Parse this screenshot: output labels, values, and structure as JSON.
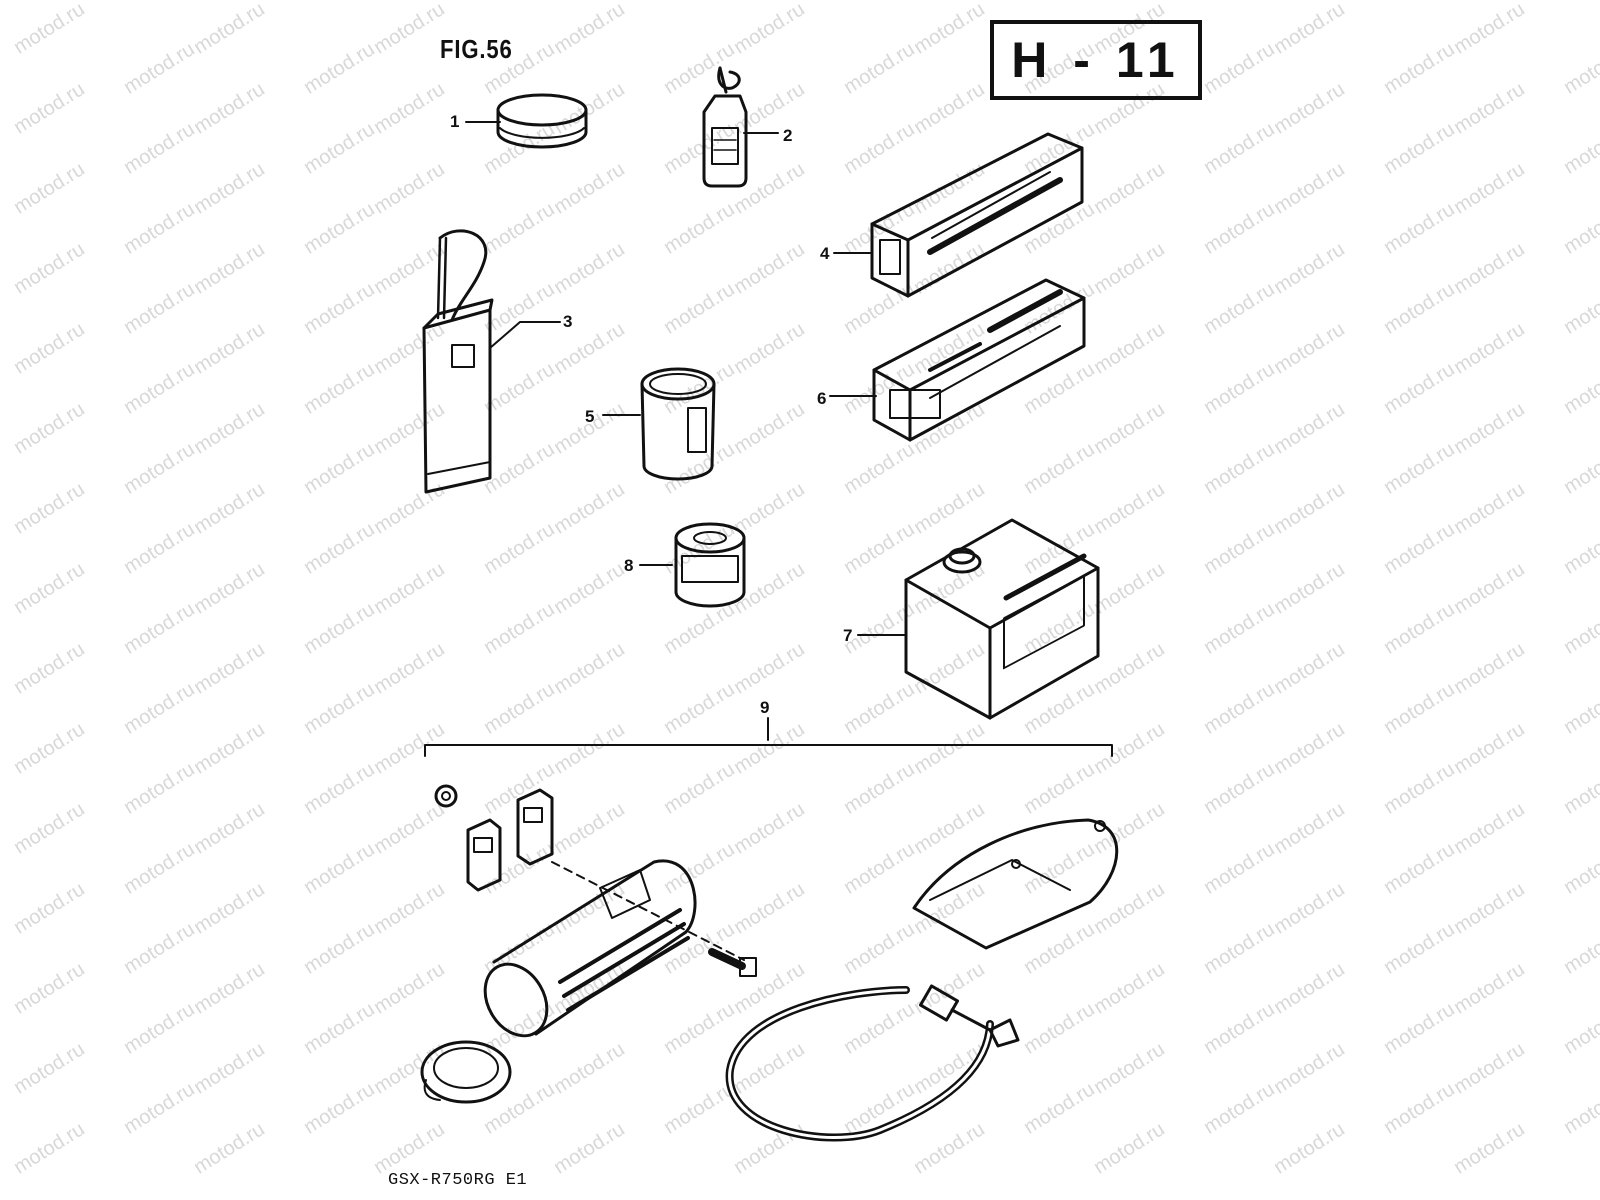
{
  "figure": {
    "label": "FIG.56",
    "page_code": "H - 11",
    "model_code": "GSX-R750RG E1"
  },
  "callouts": [
    {
      "number": "1",
      "part": "grease-container"
    },
    {
      "number": "2",
      "part": "oil-bottle"
    },
    {
      "number": "3",
      "part": "touch-up-paint-tube"
    },
    {
      "number": "4",
      "part": "bond-box"
    },
    {
      "number": "5",
      "part": "paint-can"
    },
    {
      "number": "6",
      "part": "spray-paint-box"
    },
    {
      "number": "7",
      "part": "oil-tin"
    },
    {
      "number": "8",
      "part": "small-can"
    },
    {
      "number": "9",
      "part": "tool-kit-set"
    }
  ],
  "watermark": {
    "text": "motod.ru"
  },
  "colors": {
    "ink": "#111111",
    "paper": "#ffffff",
    "watermark": "#d8d8d8"
  }
}
